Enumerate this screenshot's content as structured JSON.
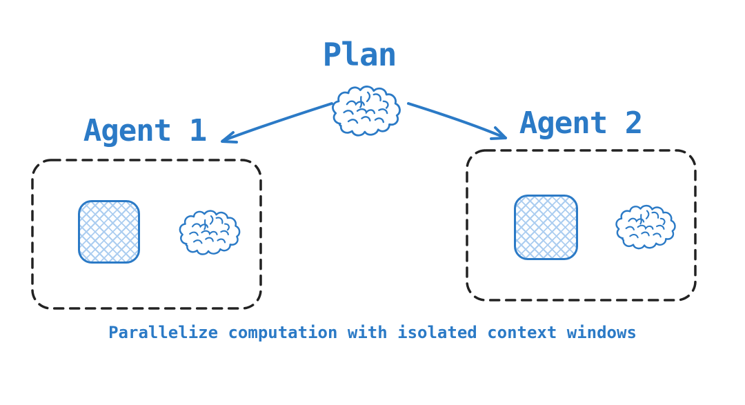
{
  "diagram": {
    "title": "Plan",
    "caption": "Parallelize computation with isolated context windows",
    "planner": {
      "icon": "brain-icon"
    },
    "agents": [
      {
        "label": "Agent 1",
        "icons": [
          "context-window-icon",
          "brain-icon"
        ]
      },
      {
        "label": "Agent 2",
        "icons": [
          "context-window-icon",
          "brain-icon"
        ]
      }
    ],
    "edges": [
      {
        "from": "Plan",
        "to": "Agent 1"
      },
      {
        "from": "Plan",
        "to": "Agent 2"
      }
    ],
    "colors": {
      "accent_blue": "#2b7ac6",
      "hatch_blue": "#abcdf0",
      "dash_border": "#222222",
      "background": "#ffffff"
    }
  }
}
